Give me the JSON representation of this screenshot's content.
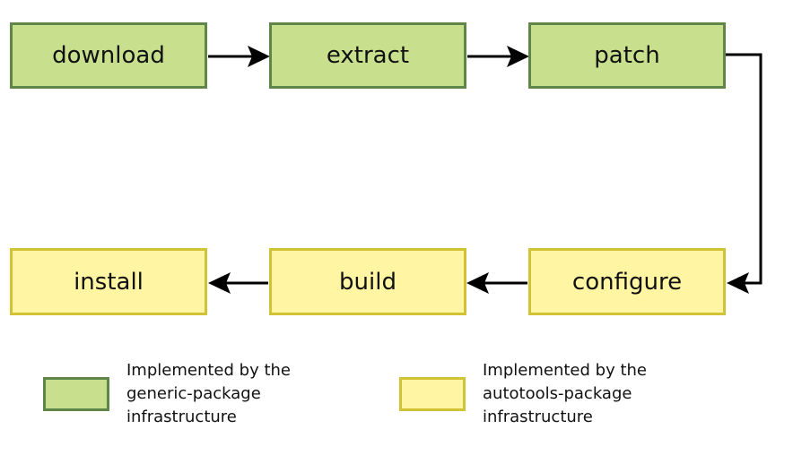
{
  "steps": {
    "download": "download",
    "extract": "extract",
    "patch": "patch",
    "configure": "configure",
    "build": "build",
    "install": "install"
  },
  "legend": {
    "generic": {
      "line1": "Implemented by the",
      "line2": "generic-package",
      "line3": "infrastructure",
      "fill": "#c8e08e",
      "border": "#5f8646"
    },
    "autotools": {
      "line1": "Implemented by the",
      "line2": "autotools-package",
      "line3": "infrastructure",
      "fill": "#fff5a3",
      "border": "#d1c236"
    }
  },
  "colors": {
    "arrow": "#000000"
  }
}
